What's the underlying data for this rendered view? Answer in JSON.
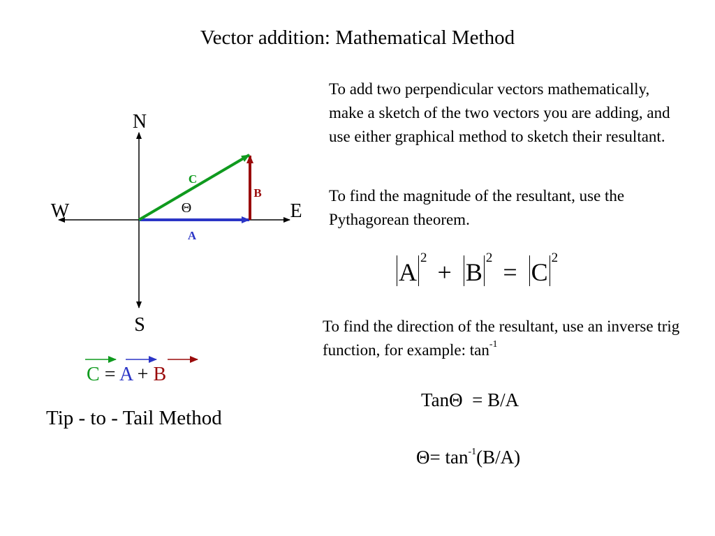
{
  "title": "Vector addition: Mathematical Method",
  "diagram": {
    "compass": {
      "north": "N",
      "south": "S",
      "east": "E",
      "west": "W"
    },
    "vectors": {
      "a": {
        "label": "A",
        "color": "#2b35c6"
      },
      "b": {
        "label": "B",
        "color": "#9a0b0b"
      },
      "c": {
        "label": "C",
        "color": "#0f9a1e"
      }
    },
    "angle_label": "Θ"
  },
  "vector_equation": {
    "c": "C",
    "equals": "=",
    "a": "A",
    "plus": "+",
    "b": "B"
  },
  "method_label": "Tip - to - Tail Method",
  "text": {
    "para1": "To add two perpendicular vectors mathematically, make a sketch of the two vectors you are adding, and use either graphical method to sketch their resultant.",
    "para2": "To find the magnitude of the resultant, use the Pythagorean theorem.",
    "para3_main": "To find the direction of the resultant, use an inverse trig function, for example: tan",
    "para3_sup": "-1"
  },
  "pythagorean": {
    "a": "A",
    "b": "B",
    "c": "C",
    "exp": "2",
    "plus": "+",
    "equals": "="
  },
  "tan_equation": "TanΘ  = B/A",
  "theta_equation": {
    "lhs": "Θ= tan",
    "sup": "-1",
    "rhs": "(B/A)"
  }
}
